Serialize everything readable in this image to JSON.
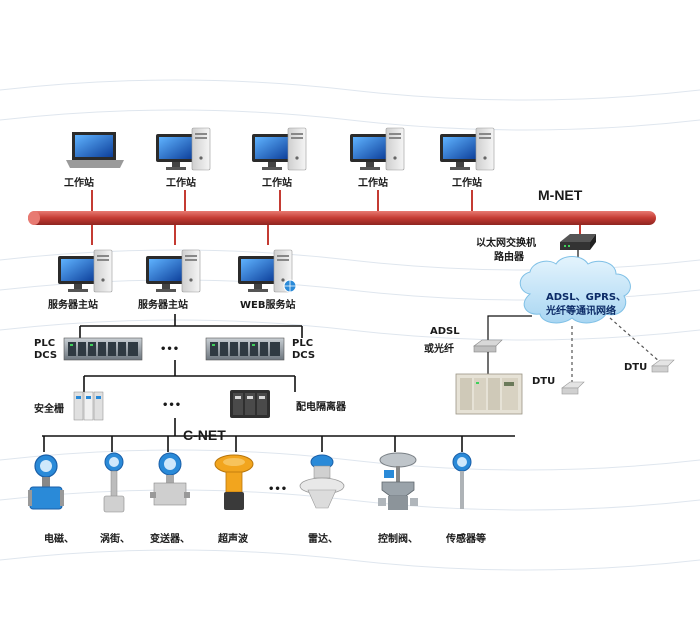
{
  "colors": {
    "bus": "#c43b33",
    "bus_highlight": "#e87a72",
    "line": "#111111",
    "cloud": "#bfe2f6",
    "monitor_screen": "#1e6fd0",
    "tower": "#e8e8e8",
    "panel": "#9aa3aa",
    "device_blue": "#2a8ad8",
    "device_orange": "#f2a51e"
  },
  "top_stations": {
    "label": "工作站"
  },
  "m_net": {
    "label": "M-NET"
  },
  "switch": {
    "line1": "以太网交换机",
    "line2": "路由器"
  },
  "cloud": {
    "line1": "ADSL、GPRS、",
    "line2": "光纤等通讯网络"
  },
  "servers": {
    "s1": "服务器主站",
    "s2": "服务器主站",
    "s3": "WEB服务站"
  },
  "plc_left": {
    "line1": "PLC",
    "line2": "DCS"
  },
  "plc_right": {
    "line1": "PLC",
    "line2": "DCS"
  },
  "ellipsis": "•••",
  "safety": "安全栅",
  "isolator": "配电隔离器",
  "c_net": {
    "label": "C-NET"
  },
  "adsl": {
    "line1": "ADSL",
    "line2": "或光纤"
  },
  "dtu": {
    "left": "DTU",
    "right": "DTU"
  },
  "devices": {
    "d1": "电磁、",
    "d2": "涡街、",
    "d3": "变送器、",
    "d4": "超声波",
    "d5": "雷达、",
    "d6": "控制阀、",
    "d7": "传感器等"
  },
  "icons": [
    "laptop-icon",
    "desktop-computer-icon",
    "server-computer-icon",
    "web-server-icon",
    "router-icon",
    "cloud-icon",
    "plc-rack-icon",
    "safety-barrier-icon",
    "isolator-icon",
    "modem-icon",
    "dtu-icon",
    "flowmeter-icon",
    "transmitter-icon",
    "ultrasonic-sensor-icon",
    "radar-level-icon",
    "control-valve-icon",
    "temperature-sensor-icon"
  ]
}
